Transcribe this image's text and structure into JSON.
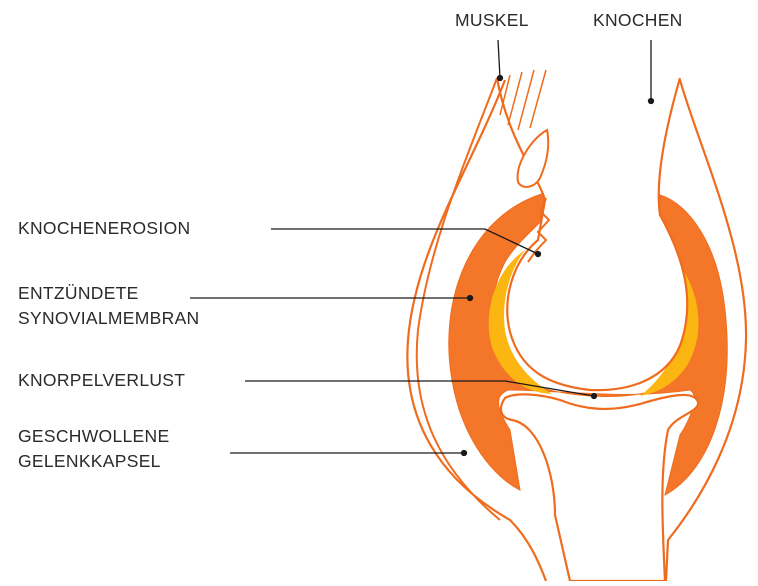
{
  "colors": {
    "outline": "#ef6c1e",
    "synovium": "#f47629",
    "cartilage": "#fbb612",
    "leader": "#1a1a1a",
    "text": "#2a2a2a",
    "background": "#ffffff"
  },
  "labels": {
    "muscle": "MUSKEL",
    "bone": "KNOCHEN",
    "bone_erosion": "KNOCHENEROSION",
    "synovium_line1": "ENTZÜNDETE",
    "synovium_line2": "SYNOVIALMEMBRAN",
    "cartilage_loss": "KNORPELVERLUST",
    "capsule_line1": "GESCHWOLLENE",
    "capsule_line2": "GELENKKAPSEL"
  }
}
